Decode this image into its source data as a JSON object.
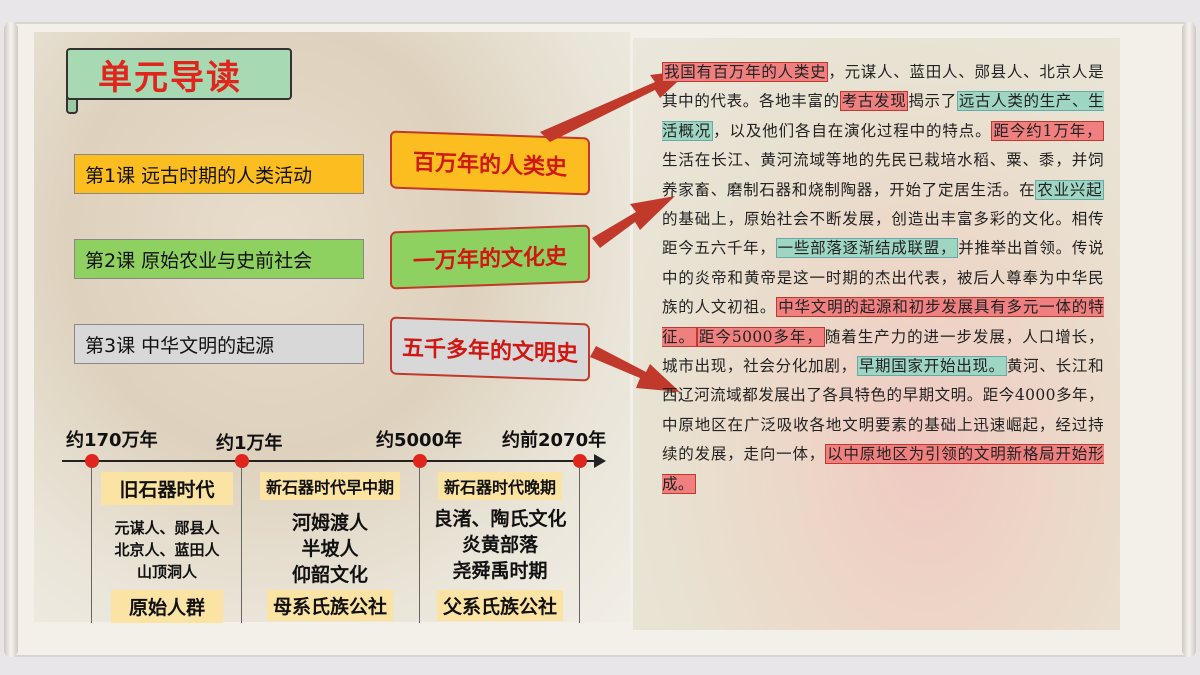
{
  "title": "单元导读",
  "lessons": [
    {
      "label": "第1课  远古时期的人类活动"
    },
    {
      "label": "第2课  原始农业与史前社会"
    },
    {
      "label": "第3课  中华文明的起源"
    }
  ],
  "eras": [
    "百万年的人类史",
    "一万年的文化史",
    "五千多年的文明史"
  ],
  "timeline": {
    "points": [
      "约170万年",
      "约1万年",
      "约5000年",
      "约前2070年"
    ],
    "columns": [
      {
        "period": "旧石器时代",
        "body": [
          "元谋人、郧县人",
          "北京人、蓝田人",
          "山顶洞人"
        ],
        "bottom": "原始人群"
      },
      {
        "period": "新石器时代早中期",
        "body": [
          "河姆渡人",
          "半坡人",
          "仰韶文化"
        ],
        "bottom": "母系氏族公社"
      },
      {
        "period": "新石器时代晚期",
        "body": [
          "良渚、陶氏文化",
          "炎黄部落",
          "尧舜禹时期"
        ],
        "bottom": "父系氏族公社"
      }
    ]
  },
  "text": {
    "p1": "我国有百万年的人类史",
    "p2": "，元谋人、蓝田人、郧县人、北京人是其中的代表。各地丰富的",
    "p3": "考古发现",
    "p4": "揭示了",
    "p5": "远古人类的生产、生活概况",
    "p6": "，以及他们各自在演化过程中的特点。",
    "p7": "距今约1万年，",
    "p8": "生活在长江、黄河流域等地的先民已栽培水稻、粟、黍，并饲养家畜、磨制石器和烧制陶器，开始了定居生活。在",
    "p9": "农业兴起",
    "p10": "的基础上，原始社会不断发展，创造出丰富多彩的文化。相传距今五六千年，",
    "p11": "一些部落逐渐结成联盟，",
    "p12": "并推举出首领。传说中的炎帝和黄帝是这一时期的杰出代表，被后人尊奉为中华民族的人文初祖。",
    "p13": "中华文明的起源和初步发展具有多元一体的特征。",
    "p14": "距今5000多年，",
    "p15": "随着生产力的进一步发展，人口增长，城市出现，社会分化加剧，",
    "p16": "早期国家开始出现。",
    "p17": "黄河、长江和西辽河流域都发展出了各具特色的早期文明。距今4000多年，中原地区在广泛吸收各地文明要素的基础上迅速崛起，经过持续的发展，走向一体，",
    "p18": "以中原地区为引领的文明新格局开始形成。"
  },
  "colors": {
    "highlight_red": "#f08080",
    "highlight_green": "#9fd5c3",
    "accent": "#e0261c"
  }
}
